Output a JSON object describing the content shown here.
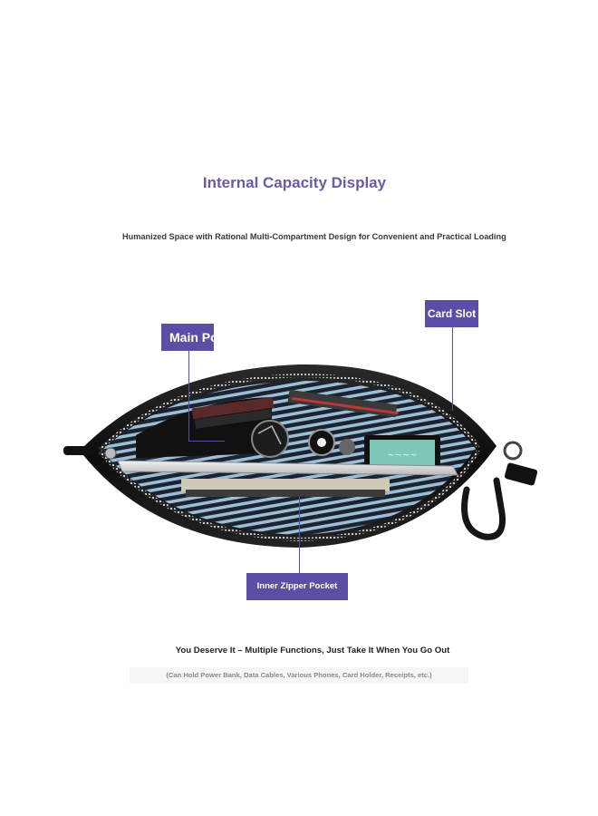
{
  "header": {
    "title": "Internal Capacity Display",
    "subtitle": "Humanized Space with Rational Multi-Compartment Design for Convenient and Practical Loading"
  },
  "callouts": {
    "main_pocket": "Main Pocket",
    "card_slot": "Card Slot",
    "inner_zipper_pocket": "Inner Zipper Pocket"
  },
  "footer": {
    "headline": "You Deserve It – Multiple Functions, Just Take It When You Go Out",
    "note": "(Can Hold Power Bank, Data Cables, Various Phones, Card Holder, Receipts, etc.)"
  },
  "colors": {
    "accent": "#5b4ea6",
    "title": "#6a5aa8",
    "bag_leather": "#141414",
    "lining_stripe": "#8fb0c8"
  }
}
